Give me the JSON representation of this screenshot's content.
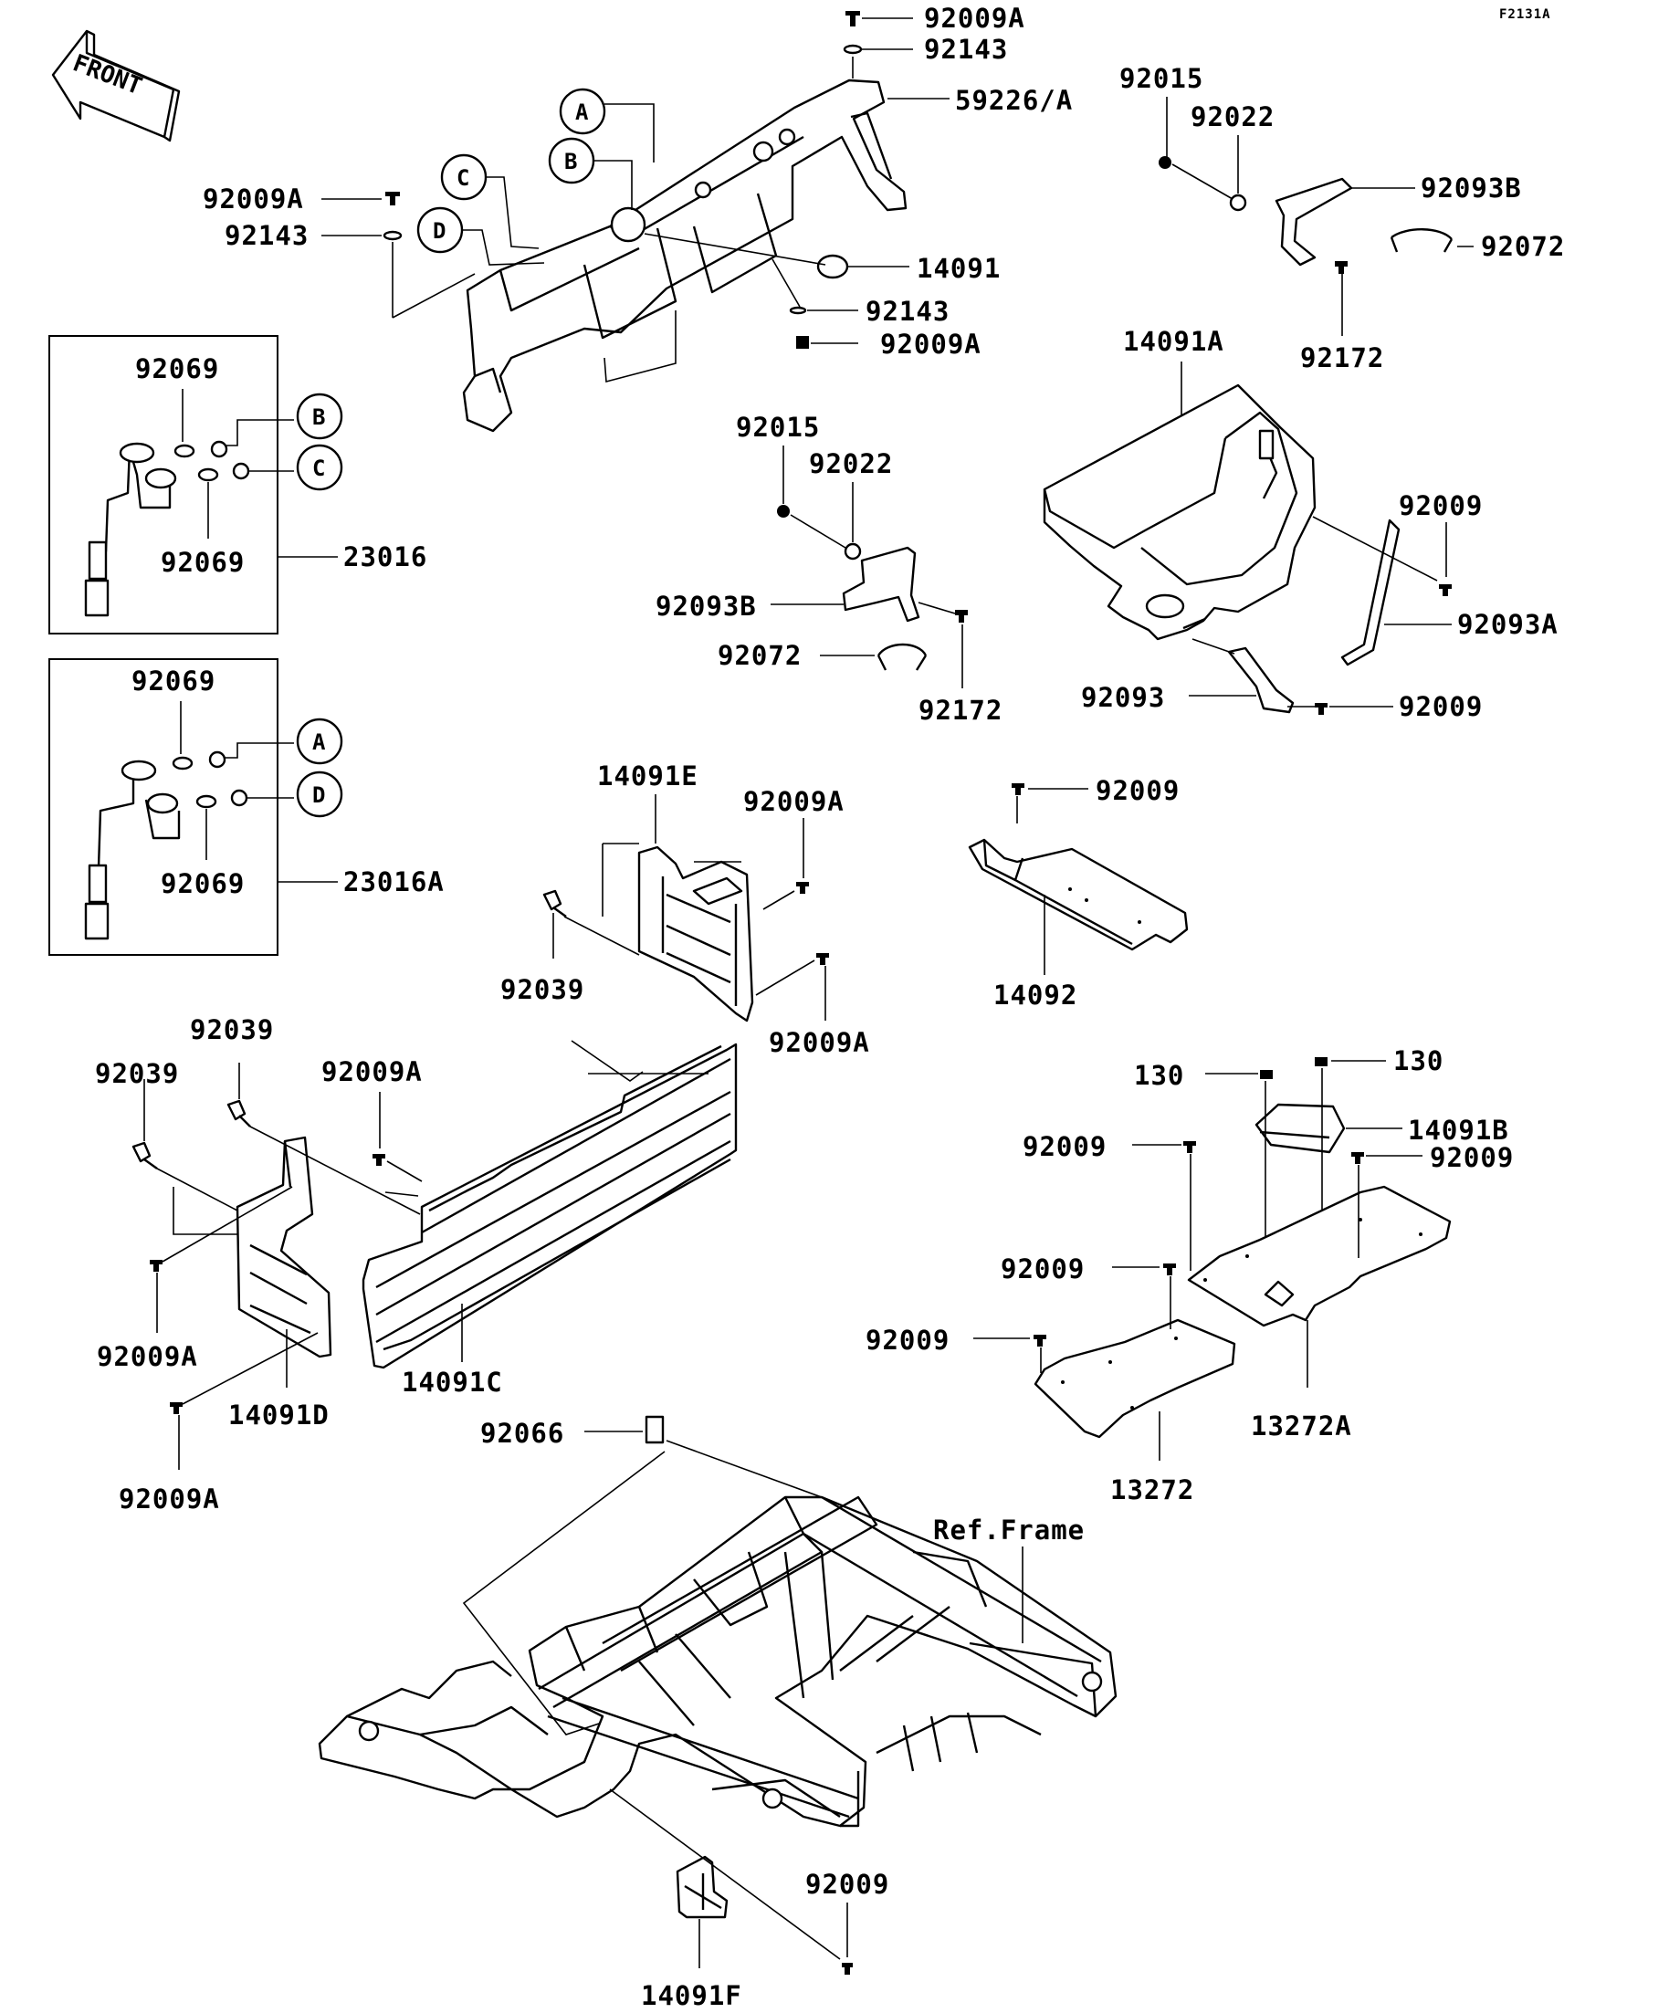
{
  "diagram": {
    "ref_code": "F2131A",
    "front_label": "FRONT",
    "frame_label": "Ref.Frame",
    "callouts": {
      "c_92009A_top": "92009A",
      "c_92143_top": "92143",
      "c_59226A": "59226/A",
      "c_92015_r": "92015",
      "c_92022_r": "92022",
      "c_92093B_r": "92093B",
      "c_92072_r": "92072",
      "c_92172_r": "92172",
      "c_92009A_left": "92009A",
      "c_92143_left": "92143",
      "c_14091": "14091",
      "c_92143_mid": "92143",
      "c_92009A_mid": "92009A",
      "c_14091A": "14091A",
      "c_92015_m": "92015",
      "c_92022_m": "92022",
      "c_92093B_m": "92093B",
      "c_92072_m": "92072",
      "c_92172_m": "92172",
      "c_92009_14091A": "92009",
      "c_92093A": "92093A",
      "c_92093": "92093",
      "c_92009_92093": "92009",
      "c_92069_b1_top": "92069",
      "c_92069_b1_bot": "92069",
      "c_23016": "23016",
      "c_92069_b2_top": "92069",
      "c_92069_b2_bot": "92069",
      "c_23016A": "23016A",
      "c_14091E": "14091E",
      "c_92009A_e1": "92009A",
      "c_92039_e": "92039",
      "c_92009A_e2": "92009A",
      "c_92009_14092": "92009",
      "c_14092": "14092",
      "c_92039_d1": "92039",
      "c_92039_d2": "92039",
      "c_92009A_c": "92009A",
      "c_92009A_d1": "92009A",
      "c_14091D": "14091D",
      "c_92009A_d2": "92009A",
      "c_14091C": "14091C",
      "c_130_l": "130",
      "c_130_r": "130",
      "c_14091B": "14091B",
      "c_92009_b1": "92009",
      "c_92009_b2": "92009",
      "c_92009_b3": "92009",
      "c_92009_b4": "92009",
      "c_13272A": "13272A",
      "c_13272": "13272",
      "c_92066": "92066",
      "c_92009_f": "92009",
      "c_14091F": "14091F"
    },
    "circle_letters": {
      "a_top": "A",
      "b_top": "B",
      "c_top": "C",
      "d_top": "D",
      "b_box": "B",
      "c_box": "C",
      "a_box": "A",
      "d_box": "D"
    }
  }
}
